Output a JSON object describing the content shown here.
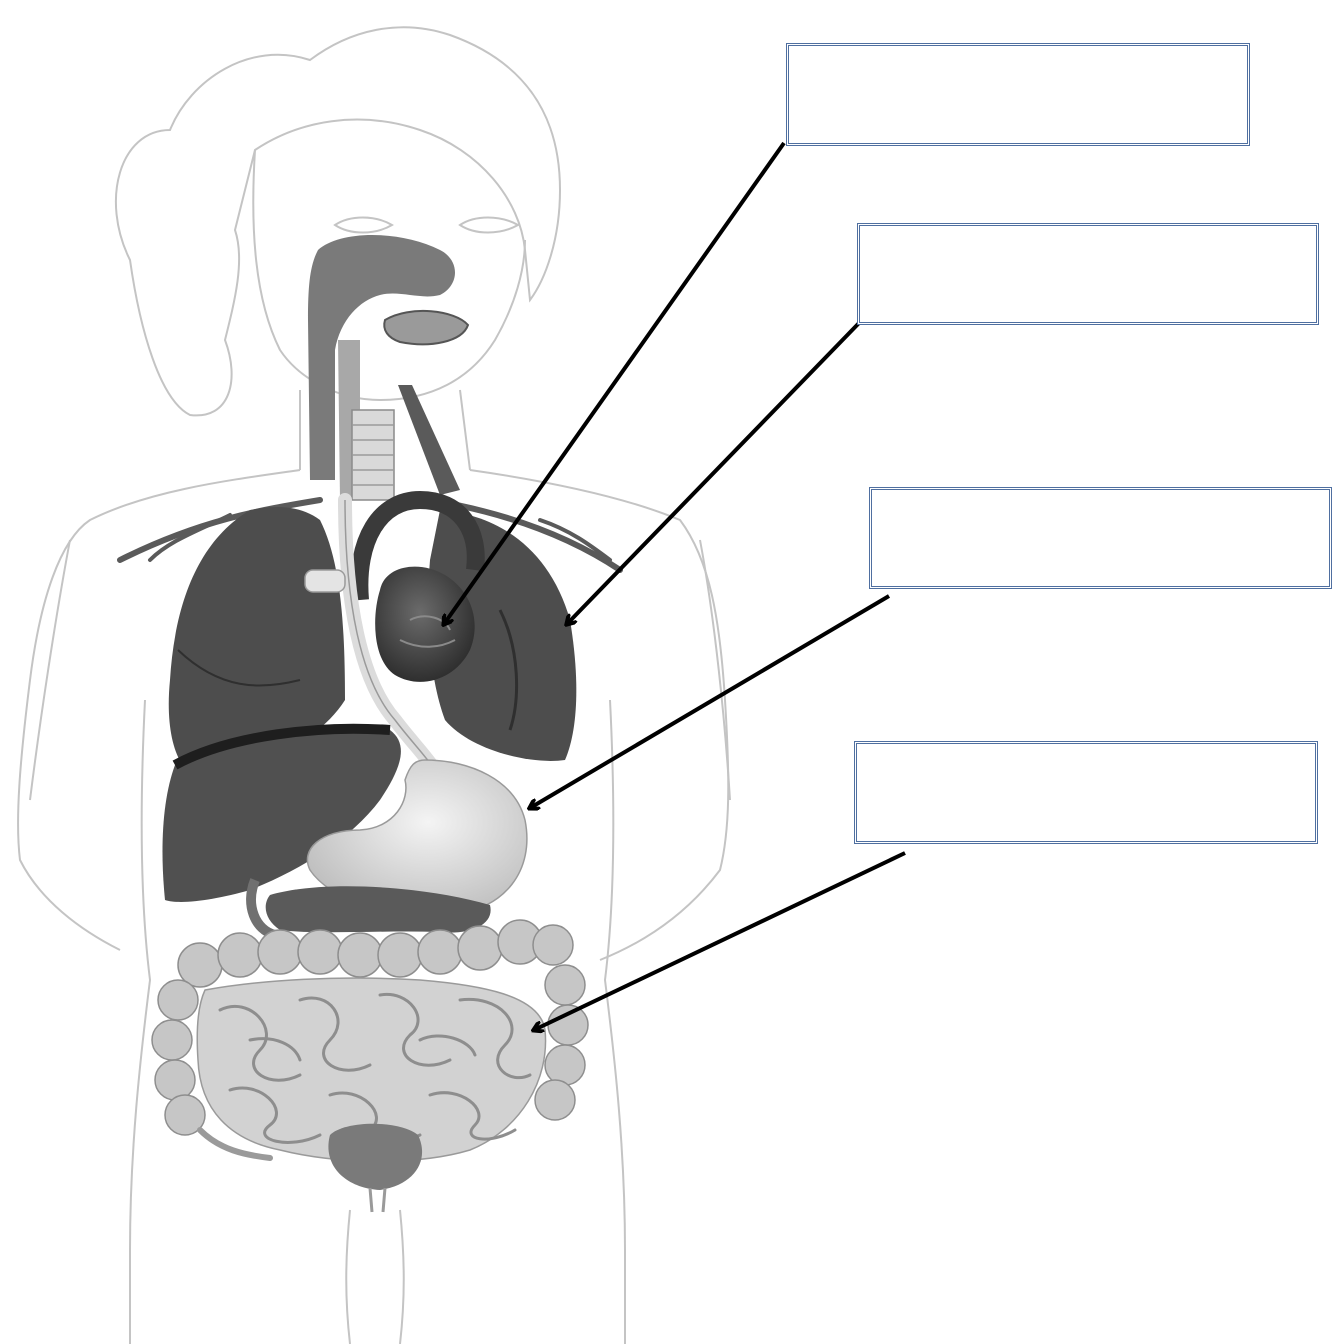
{
  "diagram": {
    "labels": [
      {
        "id": "label-heart",
        "text": ""
      },
      {
        "id": "label-lung",
        "text": ""
      },
      {
        "id": "label-stomach",
        "text": ""
      },
      {
        "id": "label-intestines",
        "text": ""
      }
    ],
    "colors": {
      "outline": "#c4c4c4",
      "organ_dark": "#4a4a4a",
      "organ_mid": "#6e6e6e",
      "organ_light": "#c8c8c8",
      "arrow": "#000000",
      "box_border": "#4f6fa0"
    }
  }
}
